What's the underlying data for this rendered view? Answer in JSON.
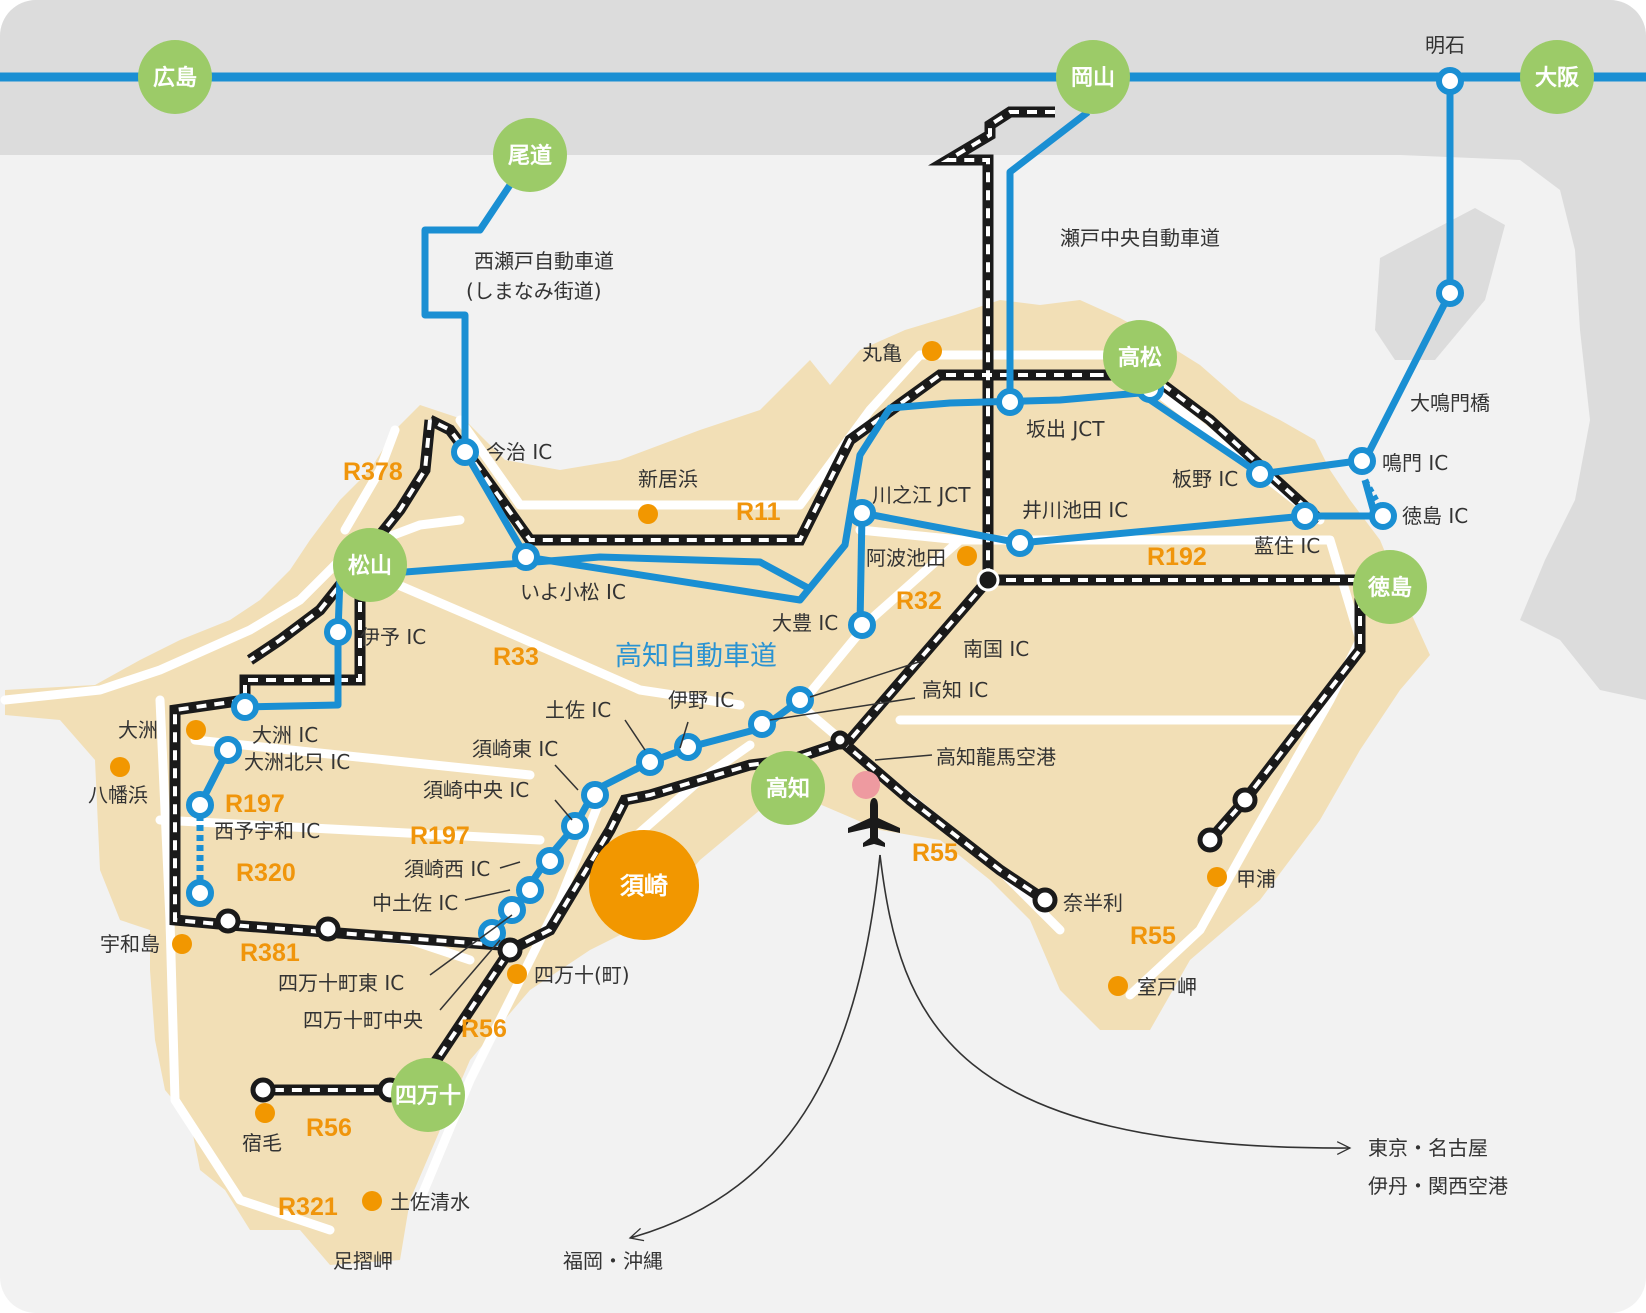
{
  "colors": {
    "sea": "#f2f2f2",
    "mainland": "#dcdcdc",
    "land": "#f2dfb6",
    "road": "#ffffff",
    "expressway": "#1a8fd3",
    "rail": "#1a1a1a",
    "hub": "#9ccb68",
    "town": "#f29700",
    "airport": "#ee9aa0",
    "route_label": "#f0950b",
    "text": "#333333"
  },
  "hubs": {
    "hiroshima": "広島",
    "okayama": "岡山",
    "osaka": "大阪",
    "onomichi": "尾道",
    "takamatsu": "高松",
    "matsuyama": "松山",
    "tokushima": "徳島",
    "kochi": "高知",
    "shimanto": "四万十",
    "susaki": "須崎"
  },
  "places": {
    "akashi": "明石",
    "marugame": "丸亀",
    "niihama": "新居浜",
    "awa_ikeda": "阿波池田",
    "ozu": "大洲",
    "yawatahama": "八幡浜",
    "uwajima": "宇和島",
    "sukumo": "宿毛",
    "tosashimizu": "土佐清水",
    "ashizuri": "足摺岬",
    "shimanto_town": "四万十(町)",
    "kannoura": "甲浦",
    "muroto": "室戸岬",
    "nahari": "奈半利",
    "airport": "高知龍馬空港",
    "fukuoka": "福岡・沖縄",
    "tokyo": "東京・名古屋",
    "itami": "伊丹・関西空港"
  },
  "expressways": {
    "nishiseto": "西瀬戸自動車道",
    "shimanami": "(しまなみ街道)",
    "setochuo": "瀬戸中央自動車道",
    "naruto_bridge": "大鳴門橋",
    "kochi_exp": "高知自動車道"
  },
  "interchanges": {
    "imabari": "今治 IC",
    "iyo_komatsu": "いよ小松 IC",
    "iyo": "伊予 IC",
    "ozu": "大洲 IC",
    "ozu_kitatada": "大洲北只 IC",
    "seiyo_uwa": "西予宇和 IC",
    "sakaide": "坂出 JCT",
    "itano": "板野 IC",
    "naruto": "鳴門 IC",
    "tokushima": "徳島 IC",
    "aizumi": "藍住 IC",
    "ikawa_ikeda": "井川池田 IC",
    "kawanoe": "川之江 JCT",
    "otoyo": "大豊 IC",
    "nankoku": "南国 IC",
    "kochi": "高知 IC",
    "ino": "伊野 IC",
    "tosa": "土佐 IC",
    "susaki_higashi": "須崎東 IC",
    "susaki_chuo": "須崎中央 IC",
    "susaki_nishi": "須崎西 IC",
    "nakatosa": "中土佐 IC",
    "shimanto_higashi": "四万十町東 IC",
    "shimanto_chuo": "四万十町中央"
  },
  "routes": {
    "r378": "R378",
    "r11": "R11",
    "r192": "R192",
    "r32": "R32",
    "r33": "R33",
    "r197a": "R197",
    "r197b": "R197",
    "r320": "R320",
    "r381": "R381",
    "r56a": "R56",
    "r56b": "R56",
    "r55a": "R55",
    "r55b": "R55",
    "r321": "R321"
  }
}
